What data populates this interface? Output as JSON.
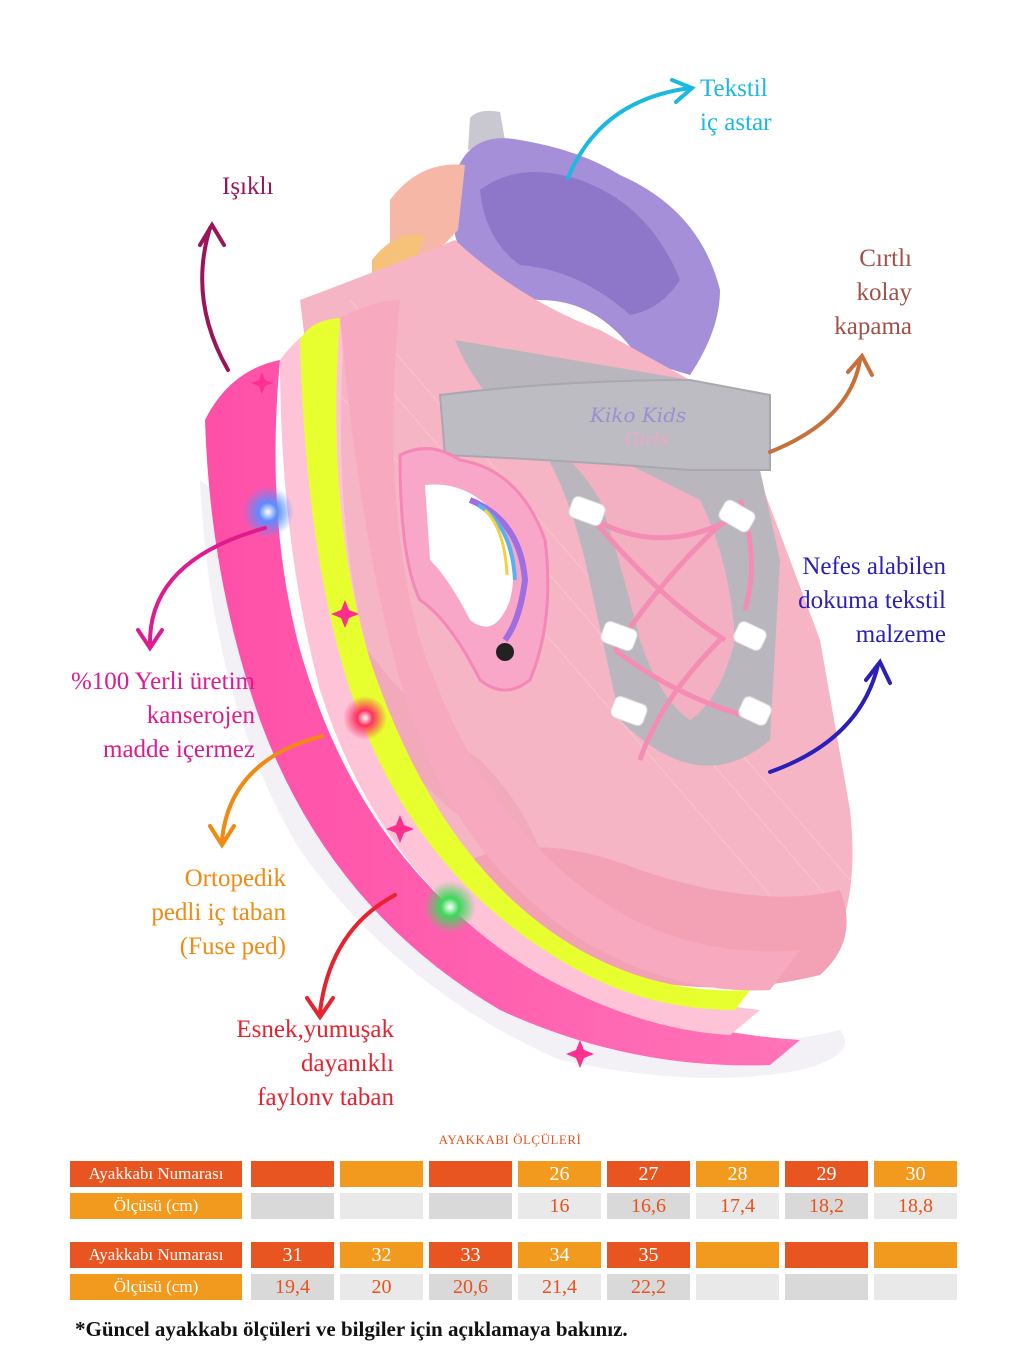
{
  "features": {
    "tekstil": [
      "Tekstil",
      "iç astar"
    ],
    "isikli": [
      "Işıklı"
    ],
    "cirtli": [
      "Cırtlı",
      "kolay",
      "kapama"
    ],
    "nefes": [
      "Nefes alabilen",
      "dokuma tekstil",
      "malzeme"
    ],
    "yerli": [
      "%100 Yerli üretim",
      "kanserojen",
      "madde içermez"
    ],
    "ortopedik": [
      "Ortopedik",
      "pedli iç taban",
      "(Fuse ped)"
    ],
    "esnek": [
      "Esnek,yumuşak",
      "dayanıklı",
      "faylonv taban"
    ]
  },
  "colors": {
    "tekstil": "#1bb8e0",
    "isikli": "#9b1457",
    "cirtli": "#a0524a",
    "nefes": "#2a1fb8",
    "yerli": "#e01a8f",
    "ortopedik": "#f08a12",
    "esnek": "#e8212e"
  },
  "shoe": {
    "brand_line1": "Kiko Kids",
    "brand_line2": "Girls"
  },
  "size_table": {
    "title": "AYAKKABI ÖLÇÜLERİ",
    "row_label_number": "Ayakkabı Numarası",
    "row_label_size": "Ölçüsü (cm)",
    "block1": {
      "numbers": [
        "",
        "",
        "",
        "26",
        "27",
        "28",
        "29",
        "30"
      ],
      "sizes": [
        "",
        "",
        "",
        "16",
        "16,6",
        "17,4",
        "18,2",
        "18,8"
      ]
    },
    "block2": {
      "numbers": [
        "31",
        "32",
        "33",
        "34",
        "35",
        "",
        "",
        ""
      ],
      "sizes": [
        "19,4",
        "20",
        "20,6",
        "21,4",
        "22,2",
        "",
        "",
        ""
      ]
    },
    "footnote": "*Güncel ayakkabı ölçüleri ve bilgiler için açıklamaya bakınız."
  }
}
